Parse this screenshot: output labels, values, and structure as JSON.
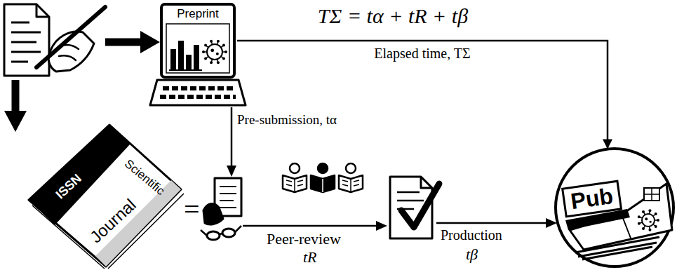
{
  "diagram": {
    "nodes": [
      {
        "text": [
          "Preprint"
        ]
      },
      {
        "text": [
          "ISSN",
          "Scientific",
          "Journal"
        ]
      },
      {
        "text": [
          "Pub"
        ]
      }
    ],
    "edges": [
      {
        "from": 0,
        "to": 2,
        "arrow": "to",
        "label": "Elapsed time, TΣ"
      }
    ],
    "labels": [
      "TΣ = tα + tR + tβ",
      "Pre-submission, tα",
      "=",
      "Peer-review",
      "tR",
      "Production",
      "tβ"
    ]
  }
}
